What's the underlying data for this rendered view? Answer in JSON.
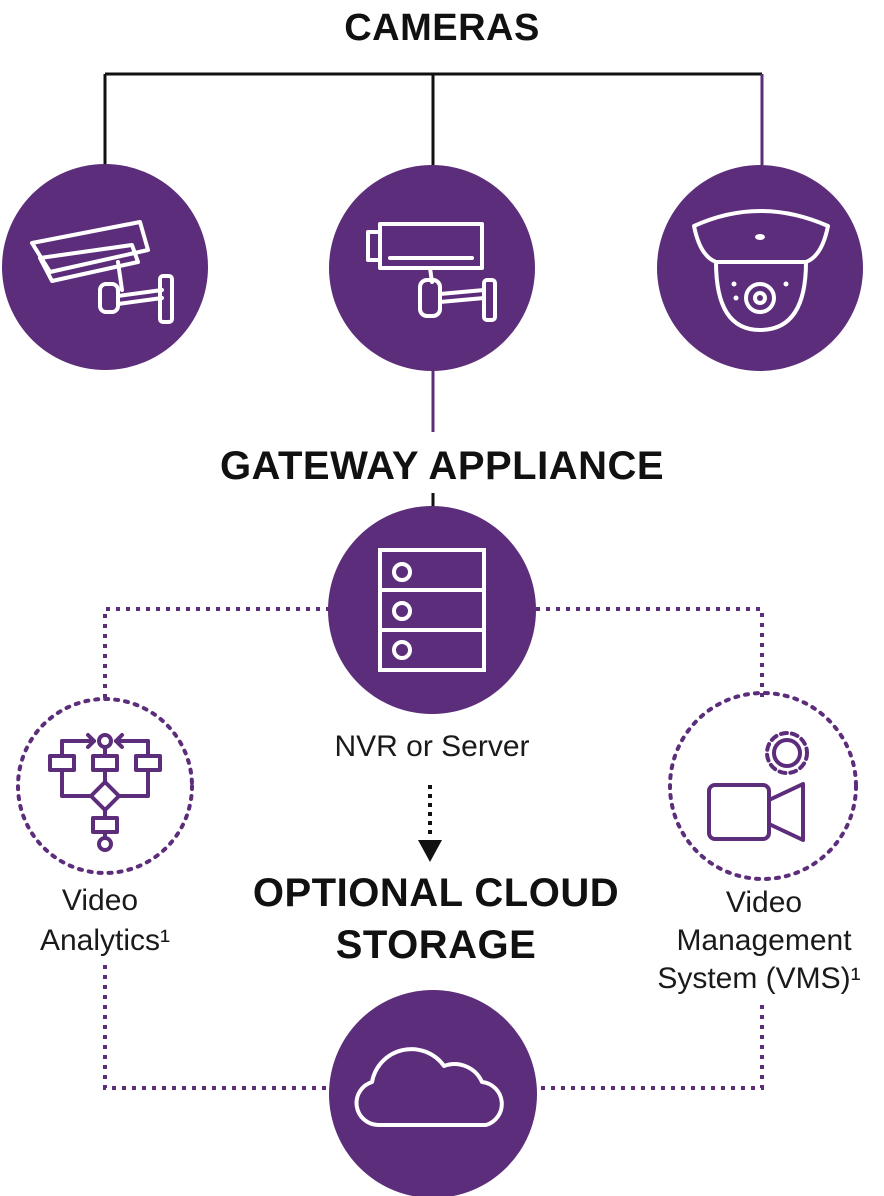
{
  "colors": {
    "accent": "#5c2d7a",
    "line": "#111111",
    "icon_stroke": "#ffffff",
    "background": "#ffffff"
  },
  "headings": {
    "cameras": "CAMERAS",
    "gateway": "GATEWAY APPLIANCE",
    "cloud_line1": "OPTIONAL CLOUD",
    "cloud_line2": "STORAGE"
  },
  "labels": {
    "nvr": "NVR or Server",
    "analytics_line1": "Video",
    "analytics_line2": "Analytics¹",
    "vms_line1": "Video",
    "vms_line2": "Management",
    "vms_line3": "System (VMS)¹"
  },
  "icons": {
    "camera_1": "bullet-camera-icon",
    "camera_2": "box-camera-icon",
    "camera_3": "dome-camera-icon",
    "server": "server-rack-icon",
    "analytics": "flowchart-icon",
    "vms": "video-camera-gear-icon",
    "cloud": "cloud-icon"
  }
}
